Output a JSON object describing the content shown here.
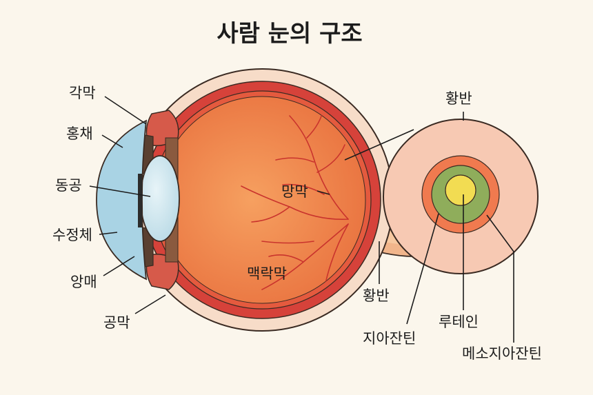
{
  "title": "사람 눈의 구조",
  "labels": {
    "cornea": "각막",
    "iris": "홍채",
    "pupil": "동공",
    "lens": "수정체",
    "ciliary": "앙매",
    "sclera": "공막",
    "retina": "망막",
    "choroid": "맥락막",
    "macula_top": "황반",
    "macula_bottom": "황반",
    "zeaxanthin": "지아잔틴",
    "lutein": "루테인",
    "meso_zeaxanthin": "메소지아잔틴"
  },
  "colors": {
    "background": "#fbf6ec",
    "sclera": "#f7dcc8",
    "choroid": "#d6423a",
    "vitreous": "#f0894f",
    "cornea": "#a9d3e4",
    "lens": "#cfe6ee",
    "macula_disc": "#f7c9b3",
    "zeaxanthin_ring": "#f07a4f",
    "lutein_ring": "#8fad5b",
    "meso_zeaxanthin_core": "#f2dc52"
  }
}
